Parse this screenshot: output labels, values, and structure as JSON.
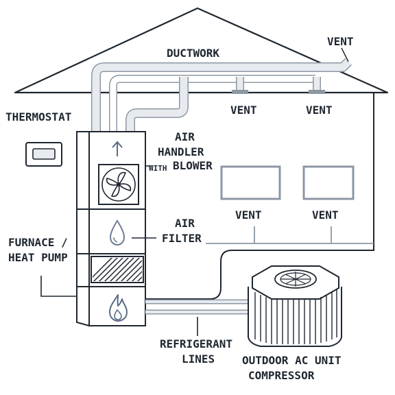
{
  "labels": {
    "ductwork": "DUCTWORK",
    "vent_roof": "VENT",
    "vent_left": "VENT",
    "vent_right": "VENT",
    "vent_room_left": "VENT",
    "vent_room_right": "VENT",
    "thermostat": "THERMOSTAT",
    "air_handler_1": "AIR",
    "air_handler_2": "HANDLER",
    "air_handler_with": "WITH",
    "air_handler_3": "BLOWER",
    "air_filter_1": "AIR",
    "air_filter_2": "FILTER",
    "furnace_1": "FURNACE /",
    "furnace_2": "HEAT PUMP",
    "refrigerant_1": "REFRIGERANT",
    "refrigerant_2": "LINES",
    "outdoor_1": "OUTDOOR AC UNIT",
    "outdoor_2": "COMPRESSOR"
  },
  "colors": {
    "line": "#1e2630",
    "duct_fill": "#e7ebef",
    "duct_stroke": "#8d97a3",
    "flame": "#5a6b86",
    "drop": "#6c7b93"
  },
  "icons": {
    "arrow": "up-arrow-icon",
    "fan": "fan-icon",
    "drop": "water-drop-icon",
    "flame": "flame-icon"
  }
}
